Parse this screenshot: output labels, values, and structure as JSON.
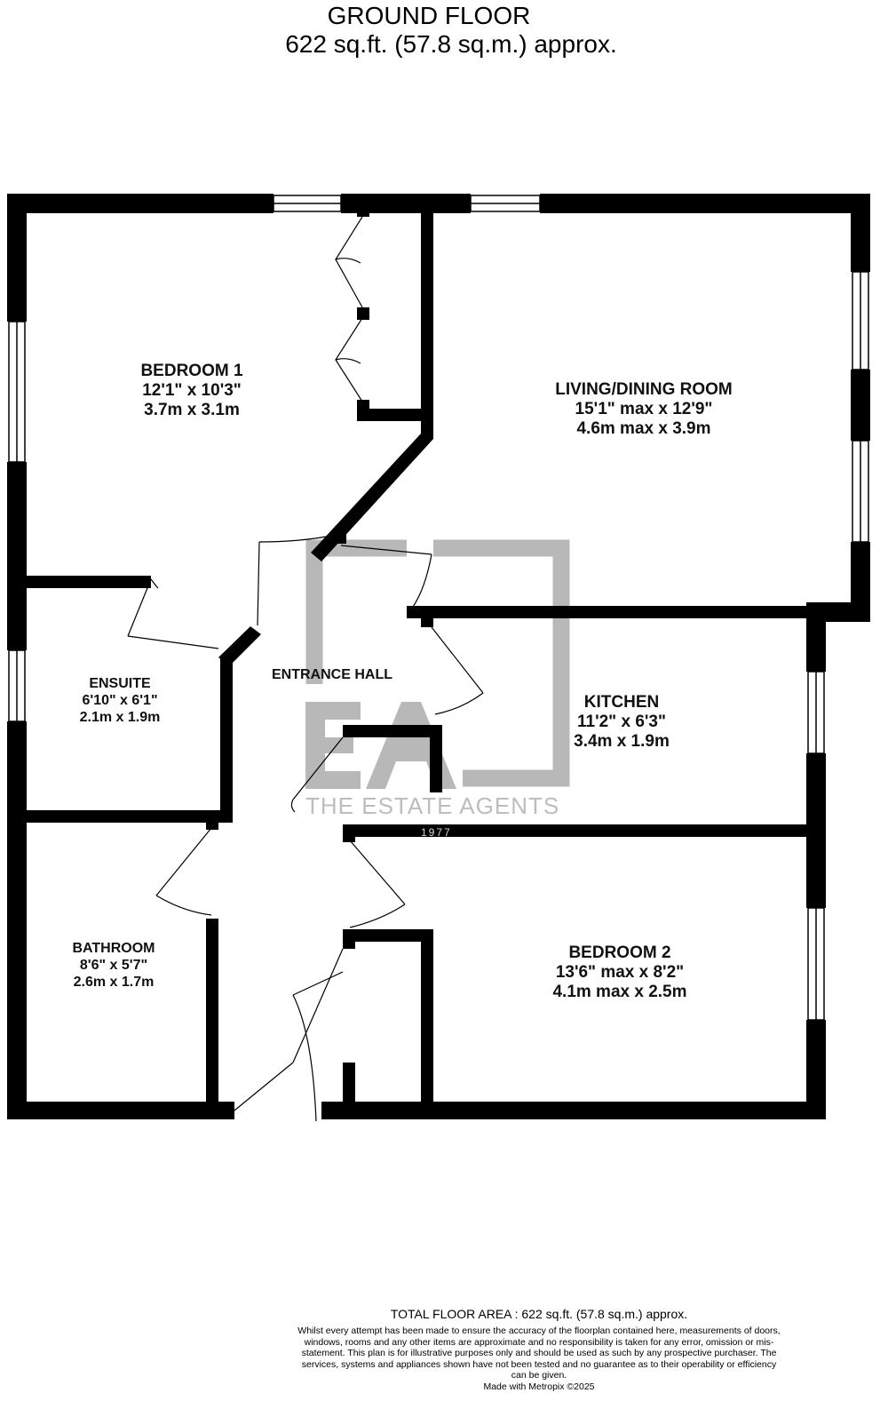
{
  "header": {
    "floor": "GROUND FLOOR",
    "area": "622 sq.ft. (57.8 sq.m.) approx."
  },
  "rooms": {
    "bedroom1": {
      "name": "BEDROOM 1",
      "imperial": "12'1\"  x 10'3\"",
      "metric": "3.7m  x 3.1m"
    },
    "living": {
      "name": "LIVING/DINING ROOM",
      "imperial": "15'1\" max x 12'9\"",
      "metric": "4.6m max x 3.9m"
    },
    "ensuite": {
      "name": "ENSUITE",
      "imperial": "6'10\"  x 6'1\"",
      "metric": "2.1m  x 1.9m"
    },
    "hall": {
      "name": "ENTRANCE HALL"
    },
    "kitchen": {
      "name": "KITCHEN",
      "imperial": "11'2\"  x 6'3\"",
      "metric": "3.4m  x 1.9m"
    },
    "bathroom": {
      "name": "BATHROOM",
      "imperial": "8'6\"  x 5'7\"",
      "metric": "2.6m  x 1.7m"
    },
    "bedroom2": {
      "name": "BEDROOM 2",
      "imperial": "13'6\" max x 8'2\"",
      "metric": "4.1m max x 2.5m"
    }
  },
  "watermark": {
    "logo": "EA",
    "tagline": "THE ESTATE AGENTS",
    "year": "1977"
  },
  "footer": {
    "total": "TOTAL FLOOR AREA : 622 sq.ft. (57.8 sq.m.) approx.",
    "disclaimer": "Whilst every attempt has been made to ensure the accuracy of the floorplan contained here, measurements of doors, windows, rooms and any other items are approximate and no responsibility is taken for any error, omission or mis-statement. This plan is for illustrative purposes only and should be used as such by any prospective purchaser. The services, systems and appliances shown have not been tested and no guarantee as to their operability or efficiency can be given.",
    "credit": "Made with Metropix ©2025"
  },
  "colors": {
    "wall": "#000000",
    "watermark": "#b8b8b8"
  }
}
